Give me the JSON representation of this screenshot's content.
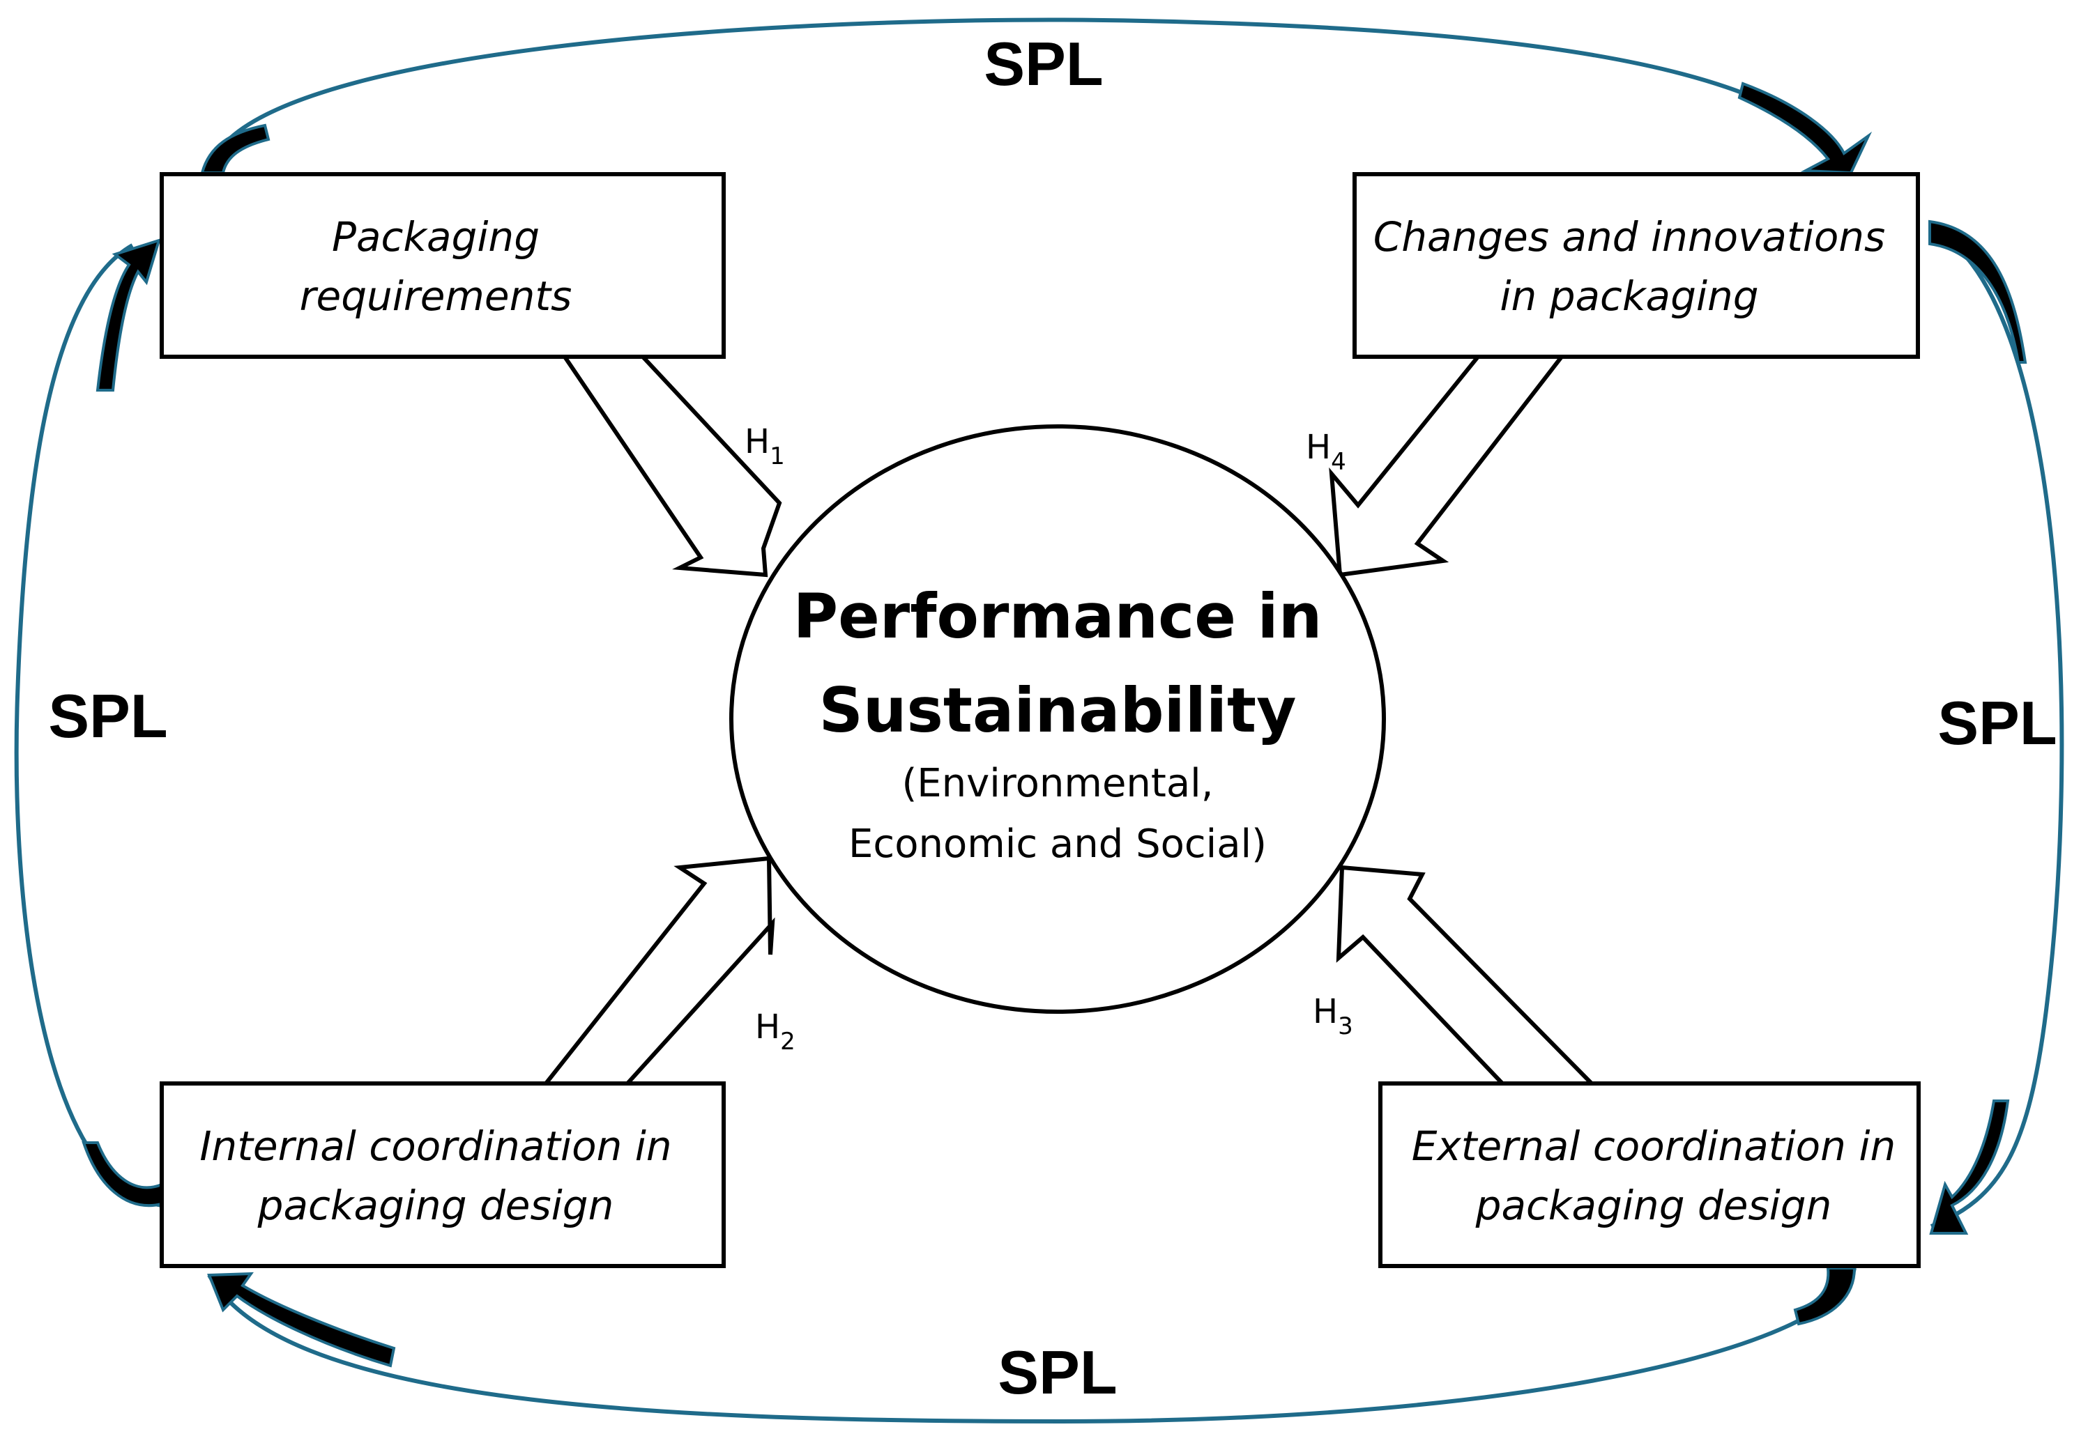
{
  "spl": {
    "top": "SPL",
    "left": "SPL",
    "right": "SPL",
    "bottom": "SPL"
  },
  "boxes": {
    "top_left": {
      "line1": "Packaging",
      "line2": "requirements"
    },
    "top_right": {
      "line1": "Changes and innovations",
      "line2": "in packaging"
    },
    "bottom_left": {
      "line1": "Internal coordination in",
      "line2": "packaging design"
    },
    "bottom_right": {
      "line1": "External coordination in",
      "line2": "packaging design"
    }
  },
  "center": {
    "title1": "Performance in",
    "title2": "Sustainability",
    "sub1": "(Environmental,",
    "sub2": "Economic and Social)"
  },
  "hypotheses": {
    "h1": {
      "base": "H",
      "sub": "1"
    },
    "h2": {
      "base": "H",
      "sub": "2"
    },
    "h3": {
      "base": "H",
      "sub": "3"
    },
    "h4": {
      "base": "H",
      "sub": "4"
    }
  },
  "colors": {
    "loop_outline": "#1f6b8a",
    "loop_fill": "#000000",
    "stroke": "#000000"
  }
}
